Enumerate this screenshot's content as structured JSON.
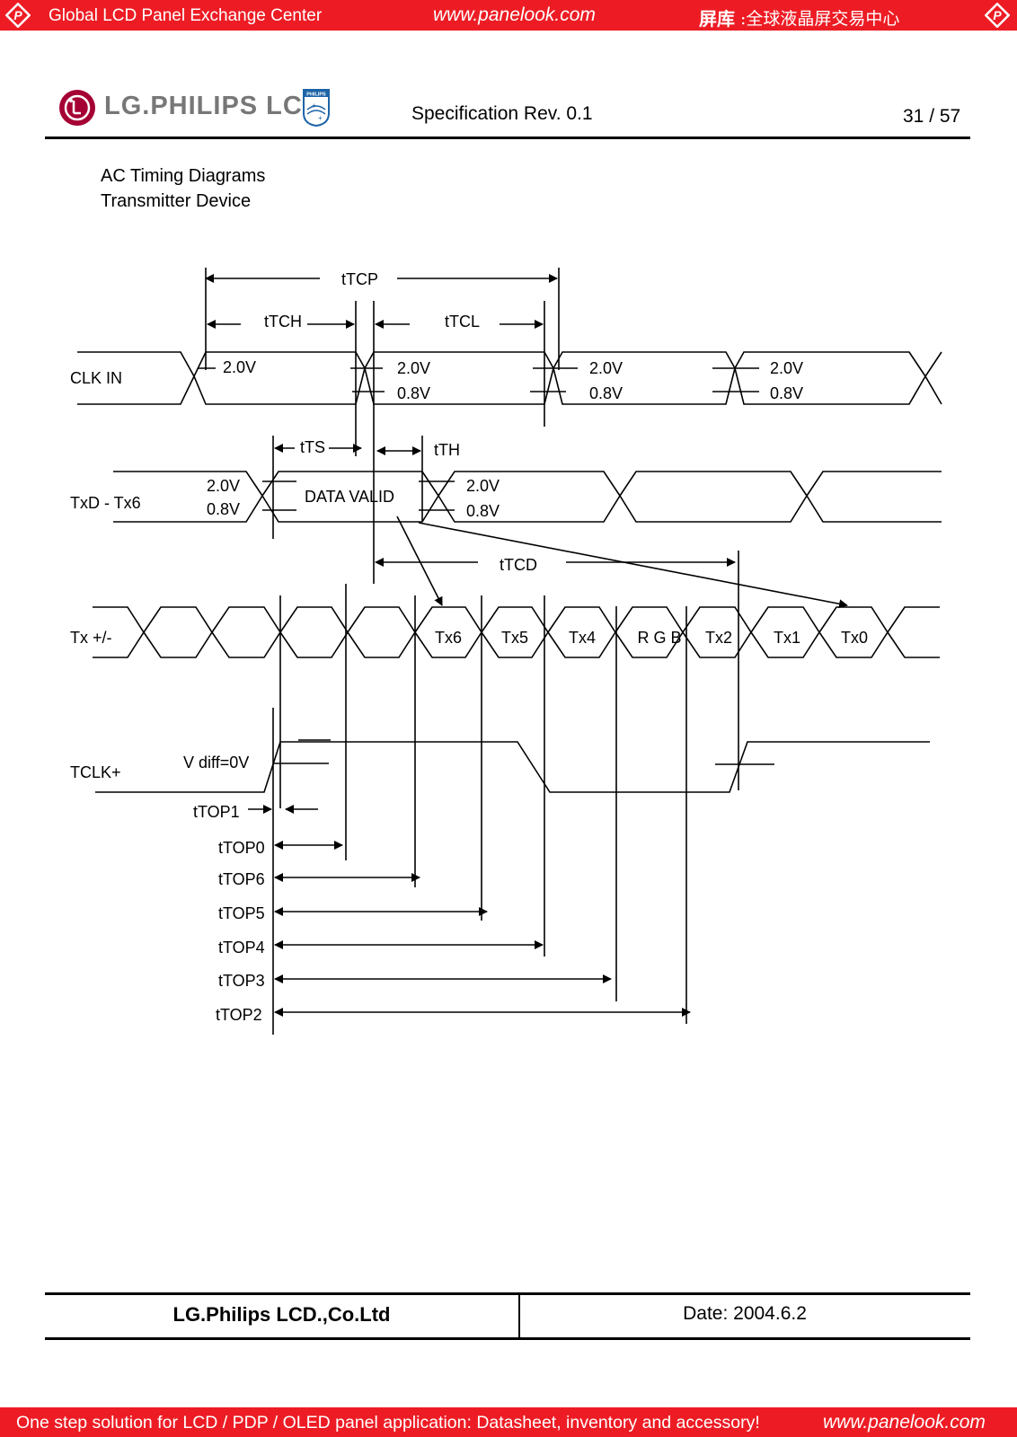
{
  "top_banner": {
    "left_text": "Global LCD Panel Exchange Center",
    "center_text": "www.panelook.com",
    "right_text_bold": "屏库",
    "right_text": ":全球液晶屏交易中心"
  },
  "header": {
    "logo_text": "LG.PHILIPS LCD",
    "philips_badge": "PHILIPS",
    "title": "Specification Rev. 0.1",
    "page": "31 / 57"
  },
  "section": {
    "line1": "AC Timing Diagrams",
    "line2": "Transmitter Device"
  },
  "diagram": {
    "signals": {
      "clk": "CLK IN",
      "txd": "TxD - Tx6",
      "tx": "Tx +/-",
      "tclk": "TCLK+"
    },
    "timing": {
      "ttcp": "tTCP",
      "ttch": "tTCH",
      "ttcl": "tTCL",
      "tts": "tTS",
      "tth": "tTH",
      "ttcd": "tTCD"
    },
    "levels": {
      "high": "2.0V",
      "low": "0.8V",
      "vdiff": "V diff=0V"
    },
    "data_valid": "DATA VALID",
    "bits": [
      "Tx6",
      "Tx5",
      "Tx4",
      "R G B",
      "Tx2",
      "Tx1",
      "Tx0"
    ],
    "top_labels": [
      "tTOP1",
      "tTOP0",
      "tTOP6",
      "tTOP5",
      "tTOP4",
      "tTOP3",
      "tTOP2"
    ]
  },
  "footer": {
    "company": "LG.Philips LCD.,Co.Ltd",
    "date": "Date: 2004.6.2"
  },
  "bottom_banner": {
    "left_text": "One step solution for LCD / PDP / OLED panel application: Datasheet, inventory and accessory!",
    "right_text": "www.panelook.com"
  },
  "colors": {
    "banner_red": "#ed1c24",
    "lg_red": "#a50034",
    "philips_blue": "#1d64a8"
  }
}
